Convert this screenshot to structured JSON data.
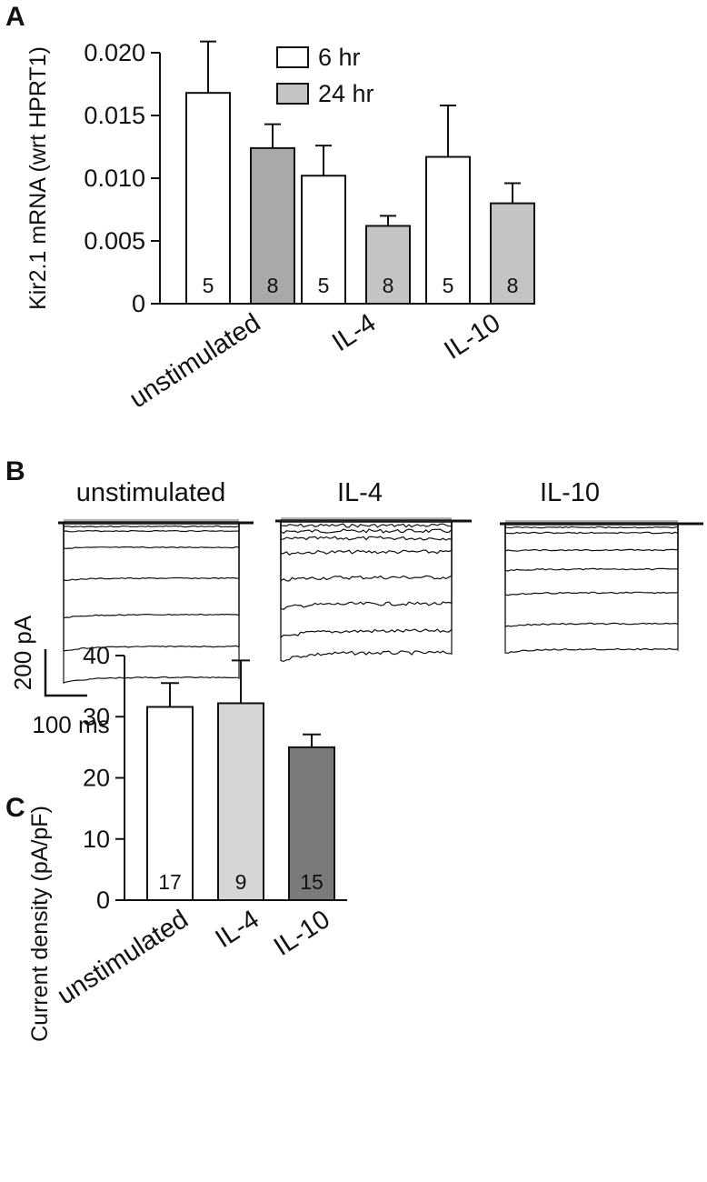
{
  "panels": {
    "a": "A",
    "b": "B",
    "c": "C"
  },
  "chart_data": [
    {
      "type": "bar",
      "ylabel": "Kir2.1 mRNA (wrt HPRT1)",
      "ylim": [
        0,
        0.02
      ],
      "yticks": [
        "0",
        "0.005",
        "0.010",
        "0.015",
        "0.020"
      ],
      "categories": [
        "unstimulated",
        "IL-4",
        "IL-10"
      ],
      "legend_position": "top-right",
      "series": [
        {
          "name": "6 hr",
          "values": [
            0.0168,
            0.0102,
            0.0117
          ],
          "errors": [
            0.0041,
            0.0024,
            0.0041
          ],
          "n": [
            "5",
            "5",
            "5"
          ],
          "colors": [
            "#ffffff",
            "#ffffff",
            "#ffffff"
          ]
        },
        {
          "name": "24 hr",
          "values": [
            0.0124,
            0.0062,
            0.008
          ],
          "errors": [
            0.0019,
            0.0008,
            0.0016
          ],
          "n": [
            "8",
            "8",
            "8"
          ],
          "colors": [
            "#a9a9a9",
            "#c4c4c4",
            "#c4c4c4"
          ]
        }
      ]
    },
    {
      "type": "bar",
      "ylabel": "Current density (pA/pF)",
      "ylim": [
        0,
        40
      ],
      "yticks": [
        "0",
        "10",
        "20",
        "30",
        "40"
      ],
      "categories": [
        "unstimulated",
        "IL-4",
        "IL-10"
      ],
      "values": [
        31.6,
        32.2,
        25.0
      ],
      "errors": [
        3.9,
        7.0,
        2.1
      ],
      "n": [
        "17",
        "9",
        "15"
      ],
      "colors": [
        "#ffffff",
        "#d6d6d6",
        "#7a7a7a"
      ]
    }
  ],
  "traces": {
    "titles": [
      "unstimulated",
      "IL-4",
      "IL-10"
    ],
    "scale_current": "200 pA",
    "scale_time": "100 ms"
  }
}
